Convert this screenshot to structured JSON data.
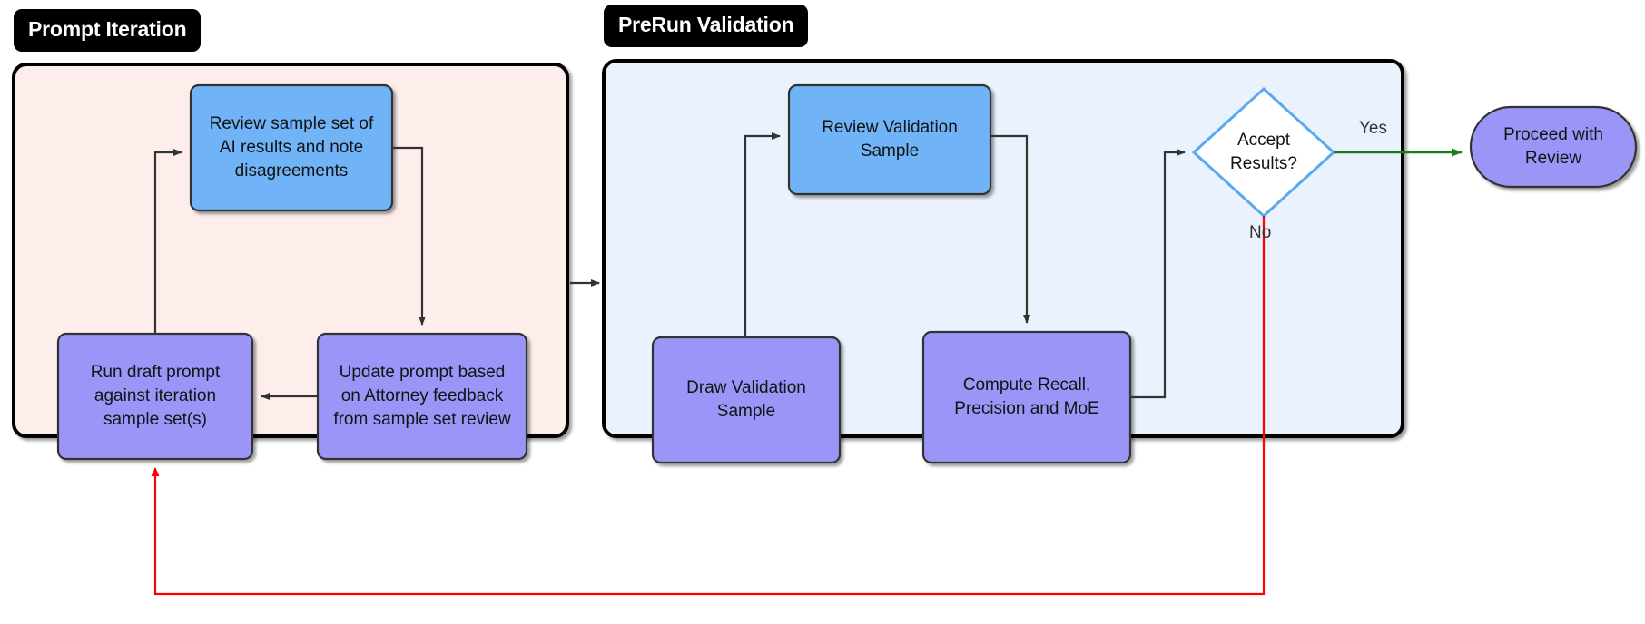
{
  "diagram": {
    "title_groups": [
      {
        "id": "prompt-iteration",
        "label": "Prompt Iteration"
      },
      {
        "id": "prerun-validation",
        "label": "PreRun Validation"
      }
    ],
    "colors": {
      "group_pink_fill": "#fdeeec",
      "group_blue_fill": "#eaf2fd",
      "group_border": "#000000",
      "node_blue_fill": "#6fb4f7",
      "node_blue_border": "#333333",
      "node_purple_fill": "#9b95f7",
      "node_purple_border": "#333333",
      "decision_fill": "#ffffff",
      "decision_border": "#5aa9ef",
      "edge_default": "#333333",
      "edge_yes": "#157f19",
      "edge_no": "#ff0000",
      "title_bg": "#000000",
      "title_text": "#ffffff"
    },
    "groups": {
      "prompt_iteration": {
        "label": "Prompt Iteration",
        "nodes": [
          {
            "id": "review-sample-set",
            "label": "Review sample set of\nAI results and note\ndisagreements",
            "shape": "rect",
            "fill": "blue"
          },
          {
            "id": "run-draft-prompt",
            "label": "Run draft prompt\nagainst iteration\nsample set(s)",
            "shape": "rect",
            "fill": "purple"
          },
          {
            "id": "update-prompt",
            "label": "Update prompt based\non Attorney feedback\nfrom sample set review",
            "shape": "rect",
            "fill": "purple"
          }
        ]
      },
      "prerun_validation": {
        "label": "PreRun Validation",
        "nodes": [
          {
            "id": "review-validation-sample",
            "label": "Review Validation\nSample",
            "shape": "rect",
            "fill": "blue"
          },
          {
            "id": "draw-validation-sample",
            "label": "Draw Validation\nSample",
            "shape": "rect",
            "fill": "purple"
          },
          {
            "id": "compute-recall",
            "label": "Compute Recall,\nPrecision and MoE",
            "shape": "rect",
            "fill": "purple"
          },
          {
            "id": "accept-results",
            "label": "Accept\nResults?",
            "shape": "diamond",
            "fill": "white"
          }
        ]
      },
      "outcome": {
        "nodes": [
          {
            "id": "proceed-with-review",
            "label": "Proceed with\nReview",
            "shape": "stadium",
            "fill": "purple"
          }
        ]
      }
    },
    "edge_labels": [
      {
        "id": "yes",
        "label": "Yes",
        "color": "#157f19"
      },
      {
        "id": "no",
        "label": "No",
        "color": "#333333"
      }
    ]
  }
}
